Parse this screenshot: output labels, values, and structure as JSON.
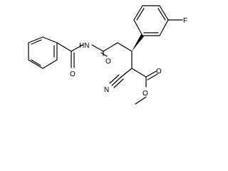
{
  "molecule": {
    "atoms": {
      "nh": "HN",
      "amide_o": "O",
      "ketone_o": "O",
      "fluorine": "F",
      "nitrile_n": "N",
      "ester_o_carbonyl": "O",
      "ester_o_ether": "O"
    },
    "stereo": "wedge"
  },
  "colors": {
    "bond": "#000000",
    "background": "#ffffff"
  }
}
